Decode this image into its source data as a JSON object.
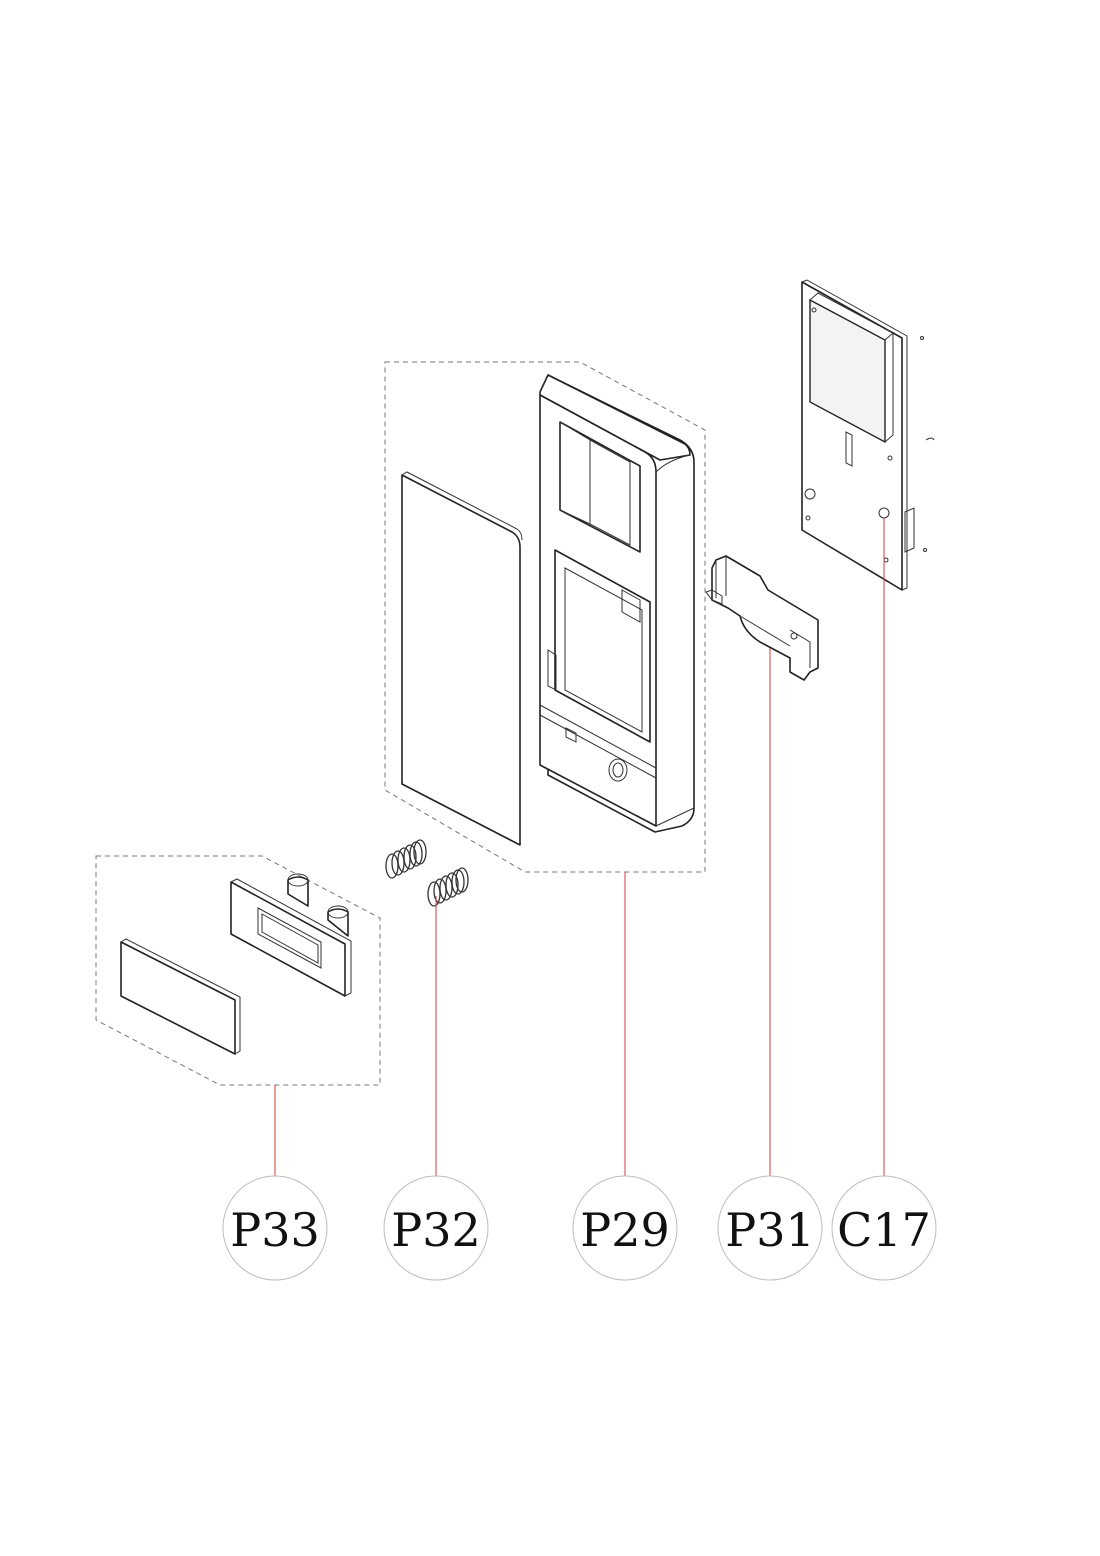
{
  "callouts": [
    {
      "id": "p33",
      "label": "P33"
    },
    {
      "id": "p32",
      "label": "P32"
    },
    {
      "id": "p29",
      "label": "P29"
    },
    {
      "id": "p31",
      "label": "P31"
    },
    {
      "id": "c17",
      "label": "C17"
    }
  ],
  "colors": {
    "leader": "#d43b3b",
    "line": "#222222",
    "balloon_border": "#bdbdbd"
  }
}
